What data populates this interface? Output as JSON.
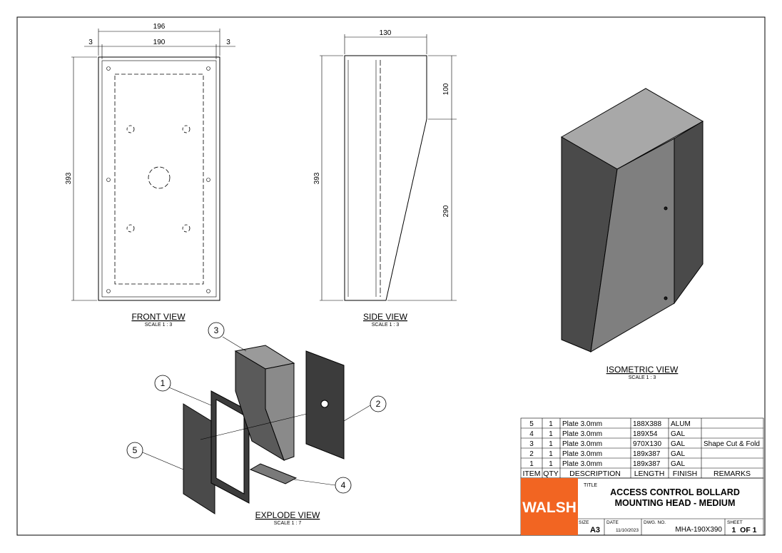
{
  "views": {
    "front": {
      "label": "FRONT VIEW",
      "scale": "SCALE 1 : 3",
      "dims": {
        "overall_width": "196",
        "inner_width": "190",
        "left_margin": "3",
        "right_margin": "3",
        "height": "393"
      }
    },
    "side": {
      "label": "SIDE VIEW",
      "scale": "SCALE 1 : 3",
      "dims": {
        "depth": "130",
        "top_height": "100",
        "lower_height": "290",
        "height": "393"
      }
    },
    "isometric": {
      "label": "ISOMETRIC VIEW",
      "scale": "SCALE 1 : 3"
    },
    "explode": {
      "label": "EXPLODE VIEW",
      "scale": "SCALE 1 : 7",
      "balloons": [
        "1",
        "2",
        "3",
        "4",
        "5"
      ]
    }
  },
  "bom": {
    "headers": [
      "ITEM",
      "QTY",
      "DESCRIPTION",
      "LENGTH",
      "FINISH",
      "REMARKS"
    ],
    "rows": [
      [
        "5",
        "1",
        "Plate 3.0mm",
        "188X388",
        "ALUM",
        ""
      ],
      [
        "4",
        "1",
        "Plate 3.0mm",
        "189X54",
        "GAL",
        ""
      ],
      [
        "3",
        "1",
        "Plate 3.0mm",
        "970X130",
        "GAL",
        "Shape Cut & Fold"
      ],
      [
        "2",
        "1",
        "Plate 3.0mm",
        "189x387",
        "GAL",
        ""
      ],
      [
        "1",
        "1",
        "Plate 3.0mm",
        "189x387",
        "GAL",
        ""
      ]
    ]
  },
  "title_block": {
    "logo": "WALSH",
    "logo_color": "#f26522",
    "title_label": "TITLE",
    "title_line1": "ACCESS CONTROL BOLLARD",
    "title_line2": "MOUNTING HEAD - MEDIUM",
    "size_label": "SIZE",
    "size": "A3",
    "date_label": "DATE",
    "date": "11/10/2023",
    "dwg_label": "DWG. NO.",
    "dwg_no": "MHA-190X390",
    "sheet_label": "SHEET",
    "sheet": "1  OF 1"
  }
}
